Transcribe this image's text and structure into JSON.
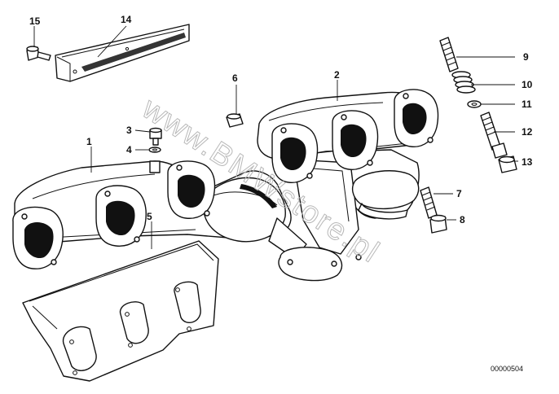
{
  "diagram": {
    "callouts": [
      {
        "id": "1",
        "label": "1"
      },
      {
        "id": "2",
        "label": "2"
      },
      {
        "id": "3",
        "label": "3"
      },
      {
        "id": "4",
        "label": "4"
      },
      {
        "id": "5",
        "label": "5"
      },
      {
        "id": "6",
        "label": "6"
      },
      {
        "id": "7",
        "label": "7"
      },
      {
        "id": "8",
        "label": "8"
      },
      {
        "id": "9",
        "label": "9"
      },
      {
        "id": "10",
        "label": "10"
      },
      {
        "id": "11",
        "label": "11"
      },
      {
        "id": "12",
        "label": "12"
      },
      {
        "id": "13",
        "label": "13"
      },
      {
        "id": "14",
        "label": "14"
      },
      {
        "id": "15",
        "label": "15"
      }
    ],
    "reference_number": "00000504",
    "watermark": "www.BMWstore.pl"
  }
}
